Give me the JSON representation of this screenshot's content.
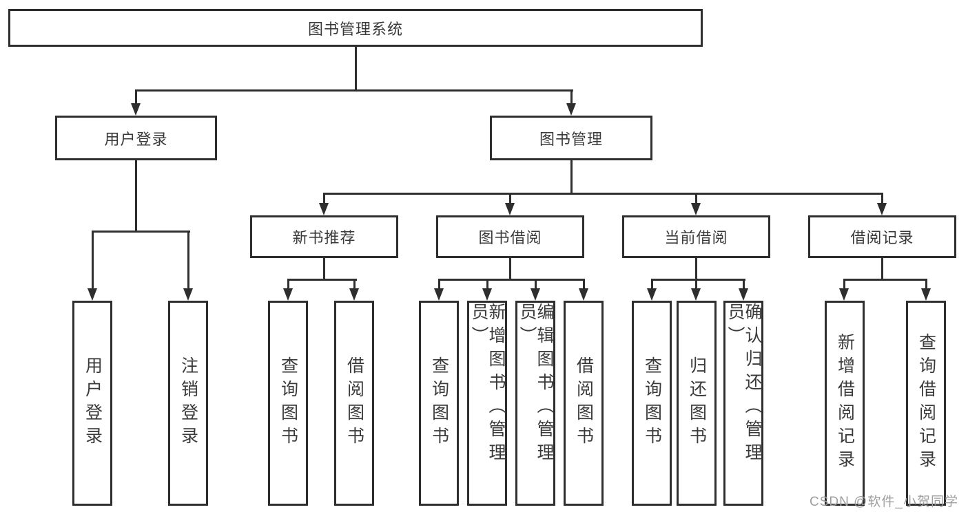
{
  "diagram": {
    "type": "hierarchy-tree",
    "root": {
      "label": "图书管理系统"
    },
    "branches": [
      {
        "label": "用户登录",
        "children": [
          {
            "label": "用户登录"
          },
          {
            "label": "注销登录"
          }
        ]
      },
      {
        "label": "图书管理",
        "children": [
          {
            "label": "新书推荐",
            "children": [
              {
                "label": "查询图书"
              },
              {
                "label": "借阅图书"
              }
            ]
          },
          {
            "label": "图书借阅",
            "children": [
              {
                "label": "查询图书"
              },
              {
                "label": "新增图书（管理员）"
              },
              {
                "label": "编辑图书（管理员）"
              },
              {
                "label": "借阅图书"
              }
            ]
          },
          {
            "label": "当前借阅",
            "children": [
              {
                "label": "查询图书"
              },
              {
                "label": "归还图书"
              },
              {
                "label": "确认归还（管理员）"
              }
            ]
          },
          {
            "label": "借阅记录",
            "children": [
              {
                "label": "新增借阅记录"
              },
              {
                "label": "查询借阅记录"
              }
            ]
          }
        ]
      }
    ]
  },
  "watermark": {
    "text": "CSDN @软件_小贺同学"
  },
  "colors": {
    "line": "#2e2e2e",
    "text": "#3a3a3a",
    "watermark": "#9e9e9e",
    "background": "#ffffff"
  }
}
